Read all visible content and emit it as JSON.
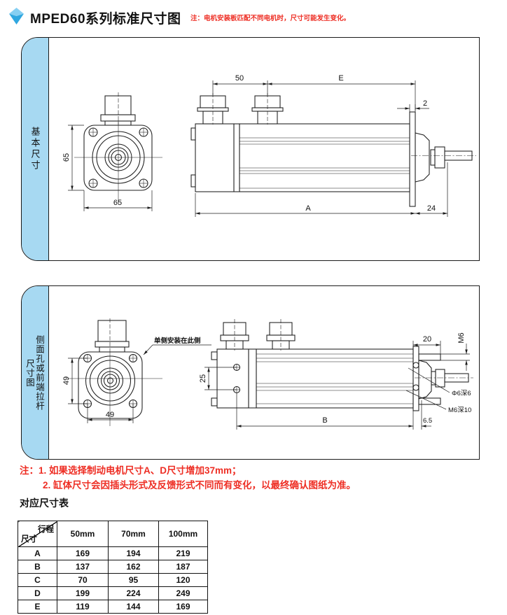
{
  "page": {
    "title": "MPED60系列标准尺寸图",
    "top_note": "注：电机安装板匹配不同电机时，尺寸可能发生变化。"
  },
  "panel1": {
    "label": "基本尺寸",
    "dims": {
      "flange_height": "65",
      "flange_width": "65",
      "connector_pitch": "50",
      "length_e": "E",
      "plate_thickness": "2",
      "length_a": "A",
      "shaft_ext": "24"
    }
  },
  "panel2": {
    "label_main": "侧面孔或前端拉杆",
    "label_sub": "尺寸图",
    "callout_mount": "单侧安装在此侧",
    "dims": {
      "hole_span_v": "49",
      "hole_span_h": "49",
      "side_hole_pitch": "25",
      "rod_offset": "20",
      "rod_thread": "M6",
      "hole_note": "Φ6深6",
      "thread_note": "M6深10",
      "length_b": "B",
      "plate_offset": "6.5"
    }
  },
  "notes": {
    "line1": "注：1. 如果选择制动电机尺寸A、D尺寸增加37mm；",
    "line2": "2. 缸体尺寸会因插头形式及反馈形式不同而有变化，以最终确认图纸为准。"
  },
  "size_table": {
    "heading": "对应尺寸表",
    "corner": {
      "top": "行程",
      "bottom": "尺寸"
    },
    "columns": [
      "50mm",
      "70mm",
      "100mm"
    ],
    "rows": [
      {
        "label": "A",
        "values": [
          "169",
          "194",
          "219"
        ]
      },
      {
        "label": "B",
        "values": [
          "137",
          "162",
          "187"
        ]
      },
      {
        "label": "C",
        "values": [
          "70",
          "95",
          "120"
        ]
      },
      {
        "label": "D",
        "values": [
          "199",
          "224",
          "249"
        ]
      },
      {
        "label": "E",
        "values": [
          "119",
          "144",
          "169"
        ]
      }
    ]
  },
  "colors": {
    "sidebar_blue": "#a7d9f2",
    "note_red": "#ee2e24",
    "line_black": "#1c1c1c"
  }
}
